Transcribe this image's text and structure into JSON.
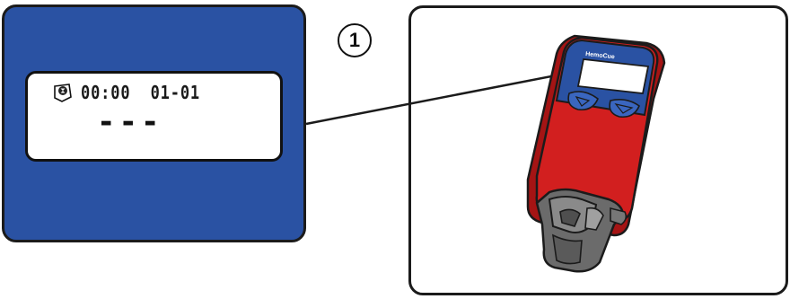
{
  "lcd": {
    "status_text": "00:00  01-01",
    "reading_text": "---",
    "icon": "hourglass-icon"
  },
  "step": {
    "number": "1"
  },
  "device": {
    "brand": "HemoCue",
    "body_color": "#d21f1f",
    "panel_color": "#2a52a3"
  },
  "colors": {
    "callout_panel": "#2a52a3",
    "outline": "#1b1b1b",
    "device_red": "#d21f1f",
    "cuvette_gray": "#6b6b6b"
  }
}
